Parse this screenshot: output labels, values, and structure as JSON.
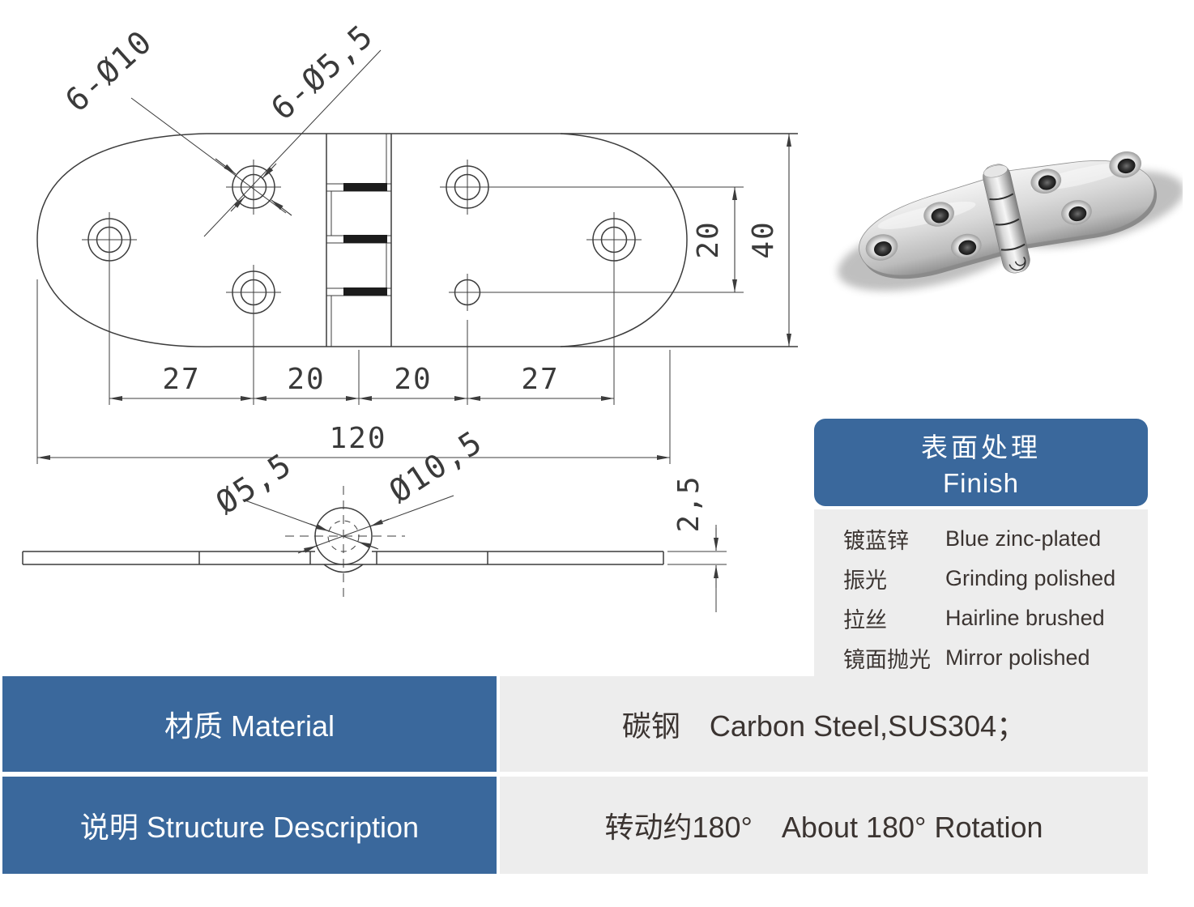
{
  "colors": {
    "accent": "#3a689c",
    "panel": "#ededed",
    "text": "#3b3431",
    "line": "#3c3c3c"
  },
  "drawing": {
    "callout_large_holes": "6-Ø10",
    "callout_small_holes": "6-Ø5,5",
    "dim_27_left": "27",
    "dim_20_left": "20",
    "dim_20_right": "20",
    "dim_27_right": "27",
    "dim_total_length": "120",
    "dim_hole_span": "20",
    "dim_width": "40",
    "dim_thickness": "2,5",
    "side_callout_pin": "Ø5,5",
    "side_callout_knuckle": "Ø10,5"
  },
  "finish_card": {
    "title_zh": "表面处理",
    "title_en": "Finish",
    "rows": [
      {
        "zh": "镀蓝锌",
        "en": "Blue zinc-plated"
      },
      {
        "zh": "振光",
        "en": "Grinding polished"
      },
      {
        "zh": "拉丝",
        "en": "Hairline brushed"
      },
      {
        "zh": "镜面抛光",
        "en": "Mirror polished"
      }
    ]
  },
  "spec_table": {
    "rows": [
      {
        "label": "材质 Material",
        "value": "碳钢　Carbon Steel,SUS304；"
      },
      {
        "label": "说明 Structure Description",
        "value": "转动约180°　About 180° Rotation"
      }
    ]
  }
}
